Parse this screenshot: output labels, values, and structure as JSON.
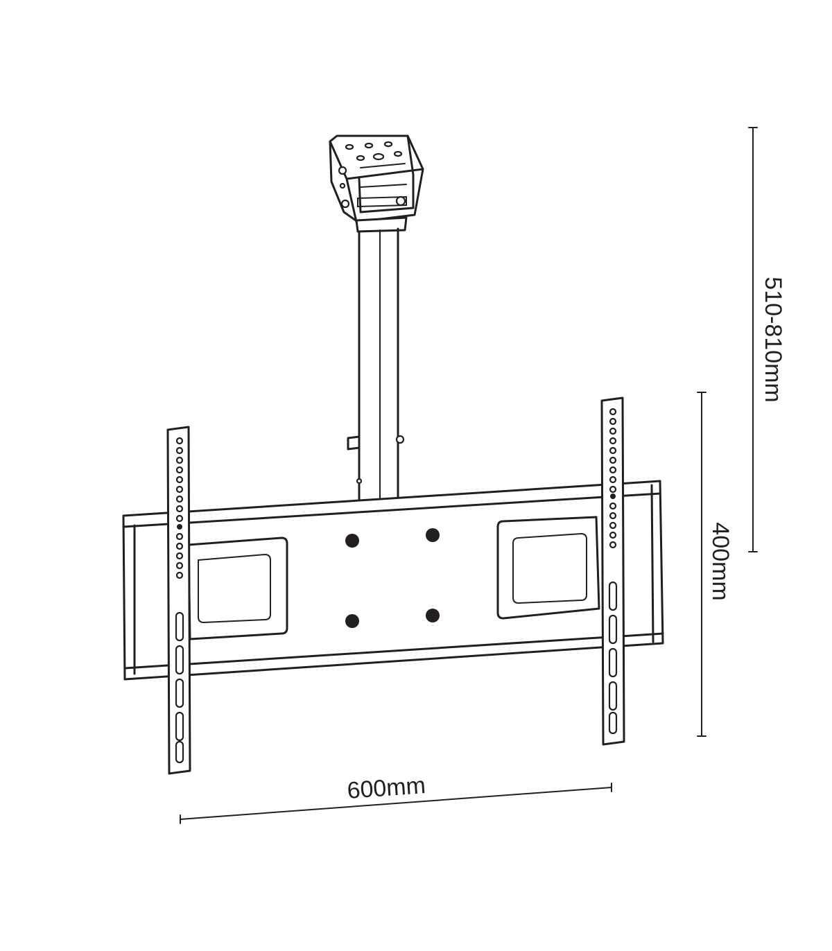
{
  "dimensions": {
    "height_range": "510-810mm",
    "vertical_spacing": "400mm",
    "horizontal_spacing": "600mm"
  },
  "colors": {
    "line": "#231f20",
    "background": "#ffffff"
  }
}
